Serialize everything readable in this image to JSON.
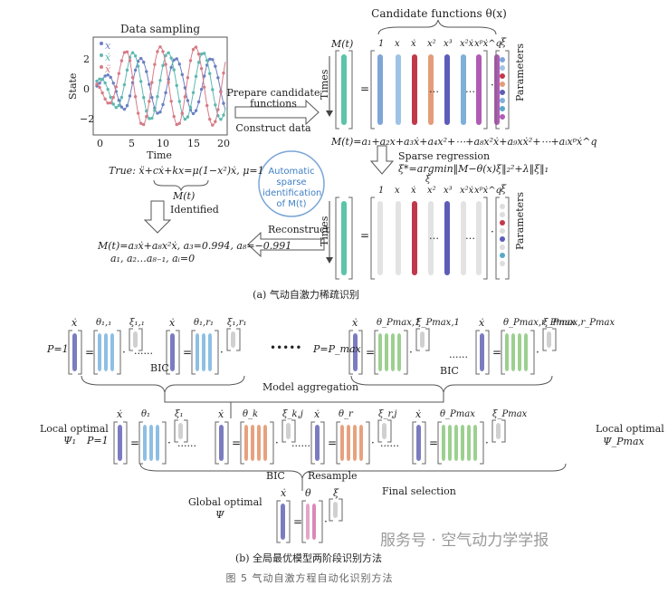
{
  "part_a": {
    "sampling_title": "Data sampling",
    "legend": [
      "x",
      "ẋ",
      "ẍ"
    ],
    "legend_colors": [
      "#6b7fc0",
      "#5fb8b0",
      "#d67b86"
    ],
    "y_axis_label": "State",
    "x_axis_label": "Time",
    "x_ticks": [
      "0",
      "5",
      "10",
      "15",
      "20"
    ],
    "y_ticks": [
      "2",
      "0",
      "−2"
    ],
    "candidate_title": "Candidate functions θ(x)",
    "mt_label": "M(t)",
    "times_label": "Times",
    "equals": "=",
    "dot": "·",
    "column_labels": [
      "1",
      "x",
      "ẋ",
      "x²",
      "x³",
      "x²ẋ",
      "xẋ²",
      "xᵖẋ^q"
    ],
    "xi_label": "ξ",
    "parameters_label": "Parameters",
    "ellipsis": "…",
    "prepare_label_1": "Prepare candidate",
    "prepare_label_2": "functions",
    "construct_label": "Construct data",
    "expansion": "M(t)=a₁+a₂x+a₃ẋ+a₄x²+⋯+a₈x²ẋ+a₉xẋ²+⋯+aᵢxᵖẋ^q",
    "sparse_regression": "Sparse regression",
    "argmin": "ξ*=argmin‖M−θ(x)ξ‖₂²+λ‖ξ‖₁",
    "argmin_sub": "ξ",
    "auto_circle": "Automatic sparse identification of M(t)",
    "true_eq": "True: ẍ+cẋ+kx=μ(1−x²)ẋ, μ=1",
    "brace_label": "M(t)",
    "identified": "Identified",
    "reconstruct": "Reconstruct",
    "result_1": "M(t)=a₃ẋ+a₈x²ẋ, a₃=0.994, a₈=−0.991",
    "result_2": "a₁, a₂…a₈₋₁, aᵢ=0",
    "caption": "(a) 气动自激力稀疏识别"
  },
  "part_b": {
    "p1_label": "P=1",
    "pmax_label": "P=P_max",
    "xdot_label": "ẋ",
    "row1_theta": [
      "θ₁,₁",
      "θ₁,r₁",
      "θ_Pmax,1",
      "θ_Pmax,r_Pmax"
    ],
    "row1_xi": [
      "ξ₁,₁",
      "ξ₁,r₁",
      "ξ_Pmax,1",
      "ξ_Pmax,r_Pmax"
    ],
    "bic": "BIC",
    "dots": "······",
    "big_dots": "•••••",
    "model_aggregation": "Model aggregation",
    "local_optimal": "Local optimal",
    "psi_1": "Ψ₁",
    "psi_pmax": "Ψ_Pmax",
    "row2_theta": [
      "θ₁",
      "θ_k",
      "θ_r",
      "θ_Pmax"
    ],
    "row2_xi": [
      "ξ₁",
      "ξ_k,j",
      "ξ_r,j",
      "ξ_Pmax"
    ],
    "resample": "Resample",
    "final_selection": "Final selection",
    "global_optimal": "Global optimal",
    "psi": "Ψ",
    "theta": "θ",
    "xi": "ξ",
    "caption": "(b) 全局最优模型两阶段识别方法"
  },
  "watermark": "服务号 · 空气动力学学报",
  "figure_caption": "图  5  气动自激方程自动化识别方法"
}
